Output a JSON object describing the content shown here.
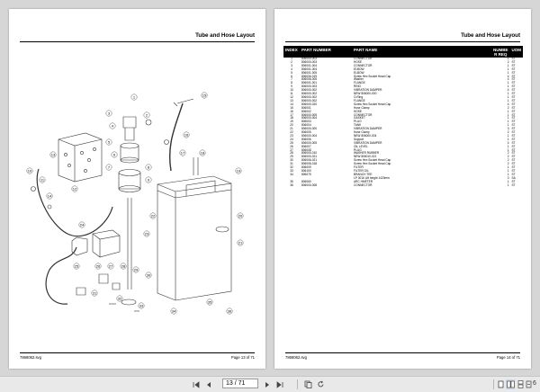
{
  "left_page": {
    "title": "Tube and Hose Layout",
    "footer_doc": "7868062.svg",
    "footer_page": "Page 13 of 71",
    "callouts": [
      "1",
      "2",
      "3",
      "4",
      "5",
      "6",
      "7",
      "8",
      "9",
      "10",
      "11",
      "12",
      "13",
      "14",
      "15",
      "16",
      "17",
      "18",
      "19",
      "20",
      "21",
      "22",
      "23",
      "24",
      "25",
      "26",
      "27",
      "28",
      "29",
      "30",
      "31",
      "32",
      "33",
      "34",
      "35",
      "36"
    ]
  },
  "right_page": {
    "title": "Tube and Hose Layout",
    "footer_doc": "7868062.svg",
    "footer_page": "Page 14 of 71",
    "table": {
      "headers": {
        "index": "INDEX",
        "part_number": "PART NUMBER",
        "part_name": "PART NAME",
        "qty": "NUMBE R REQ",
        "uom": "UOM"
      },
      "rows": [
        {
          "index": "1",
          "pn": "806000-003",
          "name": "CONNECTOR",
          "qty": "1",
          "uom": "ST"
        },
        {
          "index": "2",
          "pn": "806000-003",
          "name": "HOSE",
          "qty": "2",
          "uom": "ST"
        },
        {
          "index": "3",
          "pn": "806001-004",
          "name": "CONNECTOR",
          "qty": "1",
          "uom": "ST"
        },
        {
          "index": "4",
          "pn": "806001-004",
          "name": "ELBOW",
          "qty": "1",
          "uom": "ST"
        },
        {
          "index": "5",
          "pn": "806001-005",
          "name": "ELBOW",
          "qty": "1",
          "uom": "ST"
        },
        {
          "index": "6",
          "pn": "806006-019",
          "name": "Screw Hex Socket Head Cap",
          "qty": "4",
          "uom": "ST"
        },
        {
          "index": "7",
          "pn": "806006-005",
          "name": "Washer",
          "qty": "4",
          "uom": "ST"
        },
        {
          "index": "8",
          "pn": "806001-001",
          "name": "FLANGE",
          "qty": "1",
          "uom": "ST"
        },
        {
          "index": "9",
          "pn": "806000-003",
          "name": "RING",
          "qty": "1",
          "uom": "ST"
        },
        {
          "index": "10",
          "pn": "806000-002",
          "name": "VIBRATION DAMPER",
          "qty": "4",
          "uom": "ST"
        },
        {
          "index": "11",
          "pn": "806000-002",
          "name": "NEW 806000-000",
          "qty": "1",
          "uom": "ST"
        },
        {
          "index": "12",
          "pn": "806000-002",
          "name": "O-Ring",
          "qty": "1",
          "uom": "ST"
        },
        {
          "index": "13",
          "pn": "806000-002",
          "name": "FLANGE",
          "qty": "1",
          "uom": "ST"
        },
        {
          "index": "14",
          "pn": "806000-020",
          "name": "Screw Hex Socket Head Cap",
          "qty": "4",
          "uom": "ST"
        },
        {
          "index": "15",
          "pn": "806001",
          "name": "Hose Clamp",
          "qty": "2",
          "uom": "ST"
        },
        {
          "index": "16",
          "pn": "806002",
          "name": "HOSE",
          "qty": "1",
          "uom": "ST"
        },
        {
          "index": "17",
          "pn": "806000-005",
          "name": "CONNECTOR",
          "qty": "1",
          "uom": "ST"
        },
        {
          "index": "18",
          "pn": "806000-004",
          "name": "GASKET",
          "qty": "1",
          "uom": "ST"
        },
        {
          "index": "19",
          "pn": "806003",
          "name": "PLUG",
          "qty": "1",
          "uom": "ST"
        },
        {
          "index": "20",
          "pn": "806004",
          "name": "TANK",
          "qty": "1",
          "uom": "ST"
        },
        {
          "index": "21",
          "pn": "806000-000",
          "name": "VIBRATION DAMPER",
          "qty": "3",
          "uom": "ST"
        },
        {
          "index": "22",
          "pn": "806005",
          "name": "Hose Clamp",
          "qty": "2",
          "uom": "ST"
        },
        {
          "index": "23",
          "pn": "806000-004",
          "name": "NEW 806000-004",
          "qty": "1",
          "uom": "ST"
        },
        {
          "index": "24",
          "pn": "806006",
          "name": "Support",
          "qty": "1",
          "uom": "ST"
        },
        {
          "index": "25",
          "pn": "806000-005",
          "name": "VIBRATION DAMPER",
          "qty": "4",
          "uom": "ST"
        },
        {
          "index": "26",
          "pn": "806007",
          "name": "OIL LEVEL",
          "qty": "1",
          "uom": "ST"
        },
        {
          "index": "27",
          "pn": "806008",
          "name": "PLUG",
          "qty": "1",
          "uom": "ST"
        },
        {
          "index": "28",
          "pn": "806000-010",
          "name": "WASHER RUBBER",
          "qty": "2",
          "uom": "ST"
        },
        {
          "index": "29",
          "pn": "806000-021",
          "name": "NEW 806010-021",
          "qty": "2",
          "uom": "ST"
        },
        {
          "index": "30",
          "pn": "806006-021",
          "name": "Screw Hex Socket Head Cap",
          "qty": "2",
          "uom": "ST"
        },
        {
          "index": "31",
          "pn": "806006-018",
          "name": "Screw Hex Socket Head Cap",
          "qty": "2",
          "uom": "ST"
        },
        {
          "index": "32",
          "pn": "806009",
          "name": "FILTER",
          "qty": "1",
          "uom": "ST"
        },
        {
          "index": "33",
          "pn": "806100",
          "name": "FILTER OIL",
          "qty": "1",
          "uom": "ST"
        },
        {
          "index": "34",
          "pn": "806075",
          "name": "BRANCH TEE",
          "qty": "1",
          "uom": "ST"
        },
        {
          "index": "",
          "pn": "",
          "name": "LP 3016 Lift height 1420mm",
          "qty": "0",
          "uom": "SA"
        },
        {
          "index": "35",
          "pn": "806060",
          "name": "ARC HMETER",
          "qty": "1",
          "uom": "ST"
        },
        {
          "index": "36",
          "pn": "806000-008",
          "name": "CONNECTOR",
          "qty": "1",
          "uom": "ST"
        }
      ]
    }
  },
  "toolbar": {
    "page_current": "13 / 71",
    "zoom": "6",
    "icons": [
      "first-page-icon",
      "prev-page-icon",
      "next-page-icon",
      "last-page-icon",
      "copy-icon",
      "rotate-icon",
      "single-page-icon",
      "two-page-icon",
      "scroll-icon",
      "fit-icon"
    ]
  },
  "colors": {
    "background": "#d6d6d6",
    "page": "#ffffff",
    "header_fill": "#000000",
    "toolbar": "#e9e9e9"
  }
}
